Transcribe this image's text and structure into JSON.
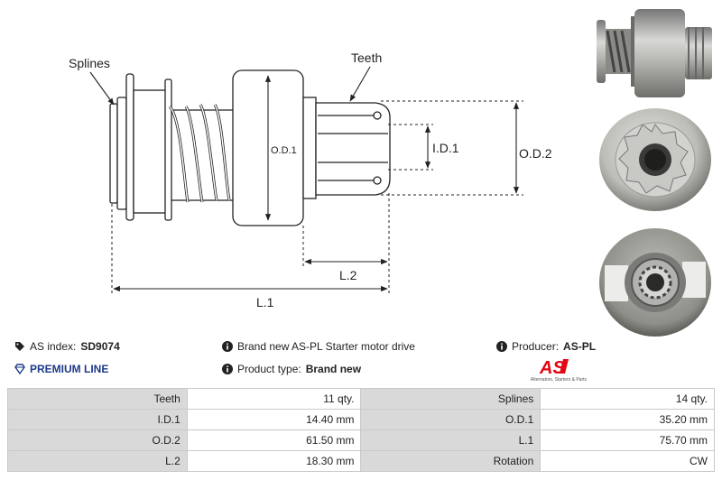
{
  "diagram": {
    "labels": {
      "splines": "Splines",
      "teeth": "Teeth",
      "od1": "O.D.1",
      "id1": "I.D.1",
      "od2": "O.D.2",
      "l2": "L.2",
      "l1": "L.1"
    }
  },
  "info": {
    "as_index_label": "AS index:",
    "as_index_value": "SD9074",
    "premium": "PREMIUM LINE",
    "description": "Brand new AS-PL Starter motor drive",
    "product_type_label": "Product type:",
    "product_type_value": "Brand new",
    "producer_label": "Producer:",
    "producer_value": "AS-PL",
    "logo_text": "AS",
    "logo_tagline": "Alternators, Starters & Parts"
  },
  "specs": [
    {
      "k1": "Teeth",
      "v1": "11 qty.",
      "k2": "Splines",
      "v2": "14 qty."
    },
    {
      "k1": "I.D.1",
      "v1": "14.40 mm",
      "k2": "O.D.1",
      "v2": "35.20 mm"
    },
    {
      "k1": "O.D.2",
      "v1": "61.50 mm",
      "k2": "L.1",
      "v2": "75.70 mm"
    },
    {
      "k1": "L.2",
      "v1": "18.30 mm",
      "k2": "Rotation",
      "v2": "CW"
    }
  ],
  "colors": {
    "accent_red": "#e30613",
    "premium_blue": "#1e3a8a",
    "table_key_bg": "#d9d9d9"
  }
}
